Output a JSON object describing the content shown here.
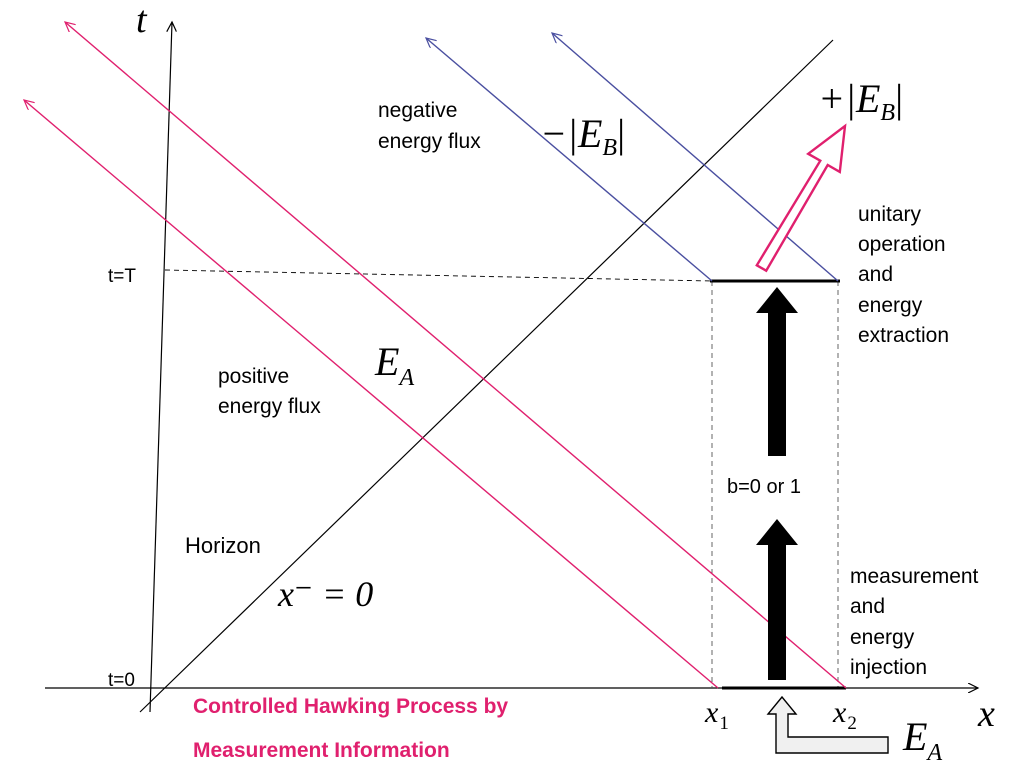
{
  "axes": {
    "t_label": "t",
    "x_label": "x",
    "t_T": "t=T",
    "t_0": "t=0",
    "x1": "x",
    "x1_sub": "1",
    "x2": "x",
    "x2_sub": "2"
  },
  "labels": {
    "negative_flux_1": "negative",
    "negative_flux_2": "energy flux",
    "positive_flux_1": "positive",
    "positive_flux_2": "energy flux",
    "horizon": "Horizon",
    "horizon_eq": "x⁻ = 0",
    "unitary_lines": [
      "unitary",
      "operation",
      "and",
      "energy",
      "extraction"
    ],
    "measurement_lines": [
      "measurement",
      "and",
      "energy",
      "injection"
    ],
    "b_value": "b=0 or 1",
    "minus_EB": "−|E",
    "minus_EB_sub": "B",
    "plus_EB": "+|E",
    "plus_EB_sub": "B",
    "EA": "E",
    "EA_sub": "A",
    "EA_bottom": "E",
    "EA_bottom_sub": "A"
  },
  "title": {
    "line1": "Controlled Hawking Process by",
    "line2": "Measurement Information"
  },
  "colors": {
    "pink": "#e0206e",
    "blue": "#4a4fa0",
    "black": "#000000",
    "title": "#e0206e"
  }
}
